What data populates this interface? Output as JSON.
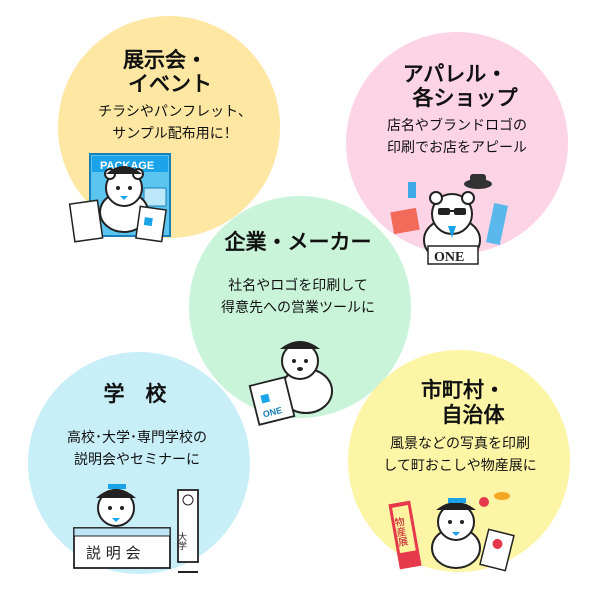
{
  "categories": [
    {
      "id": "exhibition",
      "title_lines": [
        "展示会・",
        "イベント"
      ],
      "body_lines": [
        "チラシやパンフレット、",
        "サンプル配布用に！"
      ],
      "color": "#fde7a3",
      "icon": "bear-with-package-icon"
    },
    {
      "id": "apparel",
      "title_lines": [
        "アパレル・",
        "各ショップ"
      ],
      "body_lines": [
        "店名やブランドロゴの",
        "印刷でお店をアピール"
      ],
      "color": "#fdd3e6",
      "icon": "bear-with-sunglasses-icon"
    },
    {
      "id": "company",
      "title_lines": [
        "企業・メーカー"
      ],
      "body_lines": [
        "社名やロゴを印刷して",
        "得意先への営業ツールに"
      ],
      "color": "#c9f4da",
      "icon": "bear-holding-bag-icon"
    },
    {
      "id": "school",
      "title_lines": [
        "学　校"
      ],
      "body_lines": [
        "高校･大学･専門学校の",
        "説明会やセミナーに"
      ],
      "color": "#c8eef8",
      "icon": "bear-at-desk-icon"
    },
    {
      "id": "municipality",
      "title_lines": [
        "市町村・",
        "自治体"
      ],
      "body_lines": [
        "風景などの写真を印刷",
        "して町おこしや物産展に"
      ],
      "color": "#fdf5a6",
      "icon": "bear-with-flags-icon"
    }
  ],
  "illustration_text": {
    "package_box": "PACKAGE",
    "bag_logo": "ONE",
    "apparel_logo": "ONE",
    "desk_banner": "説 明 会",
    "school_sign": "大学",
    "product_flag": "物産展"
  },
  "colors": {
    "bear_fill": "#ffffff",
    "accent_blue": "#1aa3e8",
    "outline": "#222222"
  }
}
